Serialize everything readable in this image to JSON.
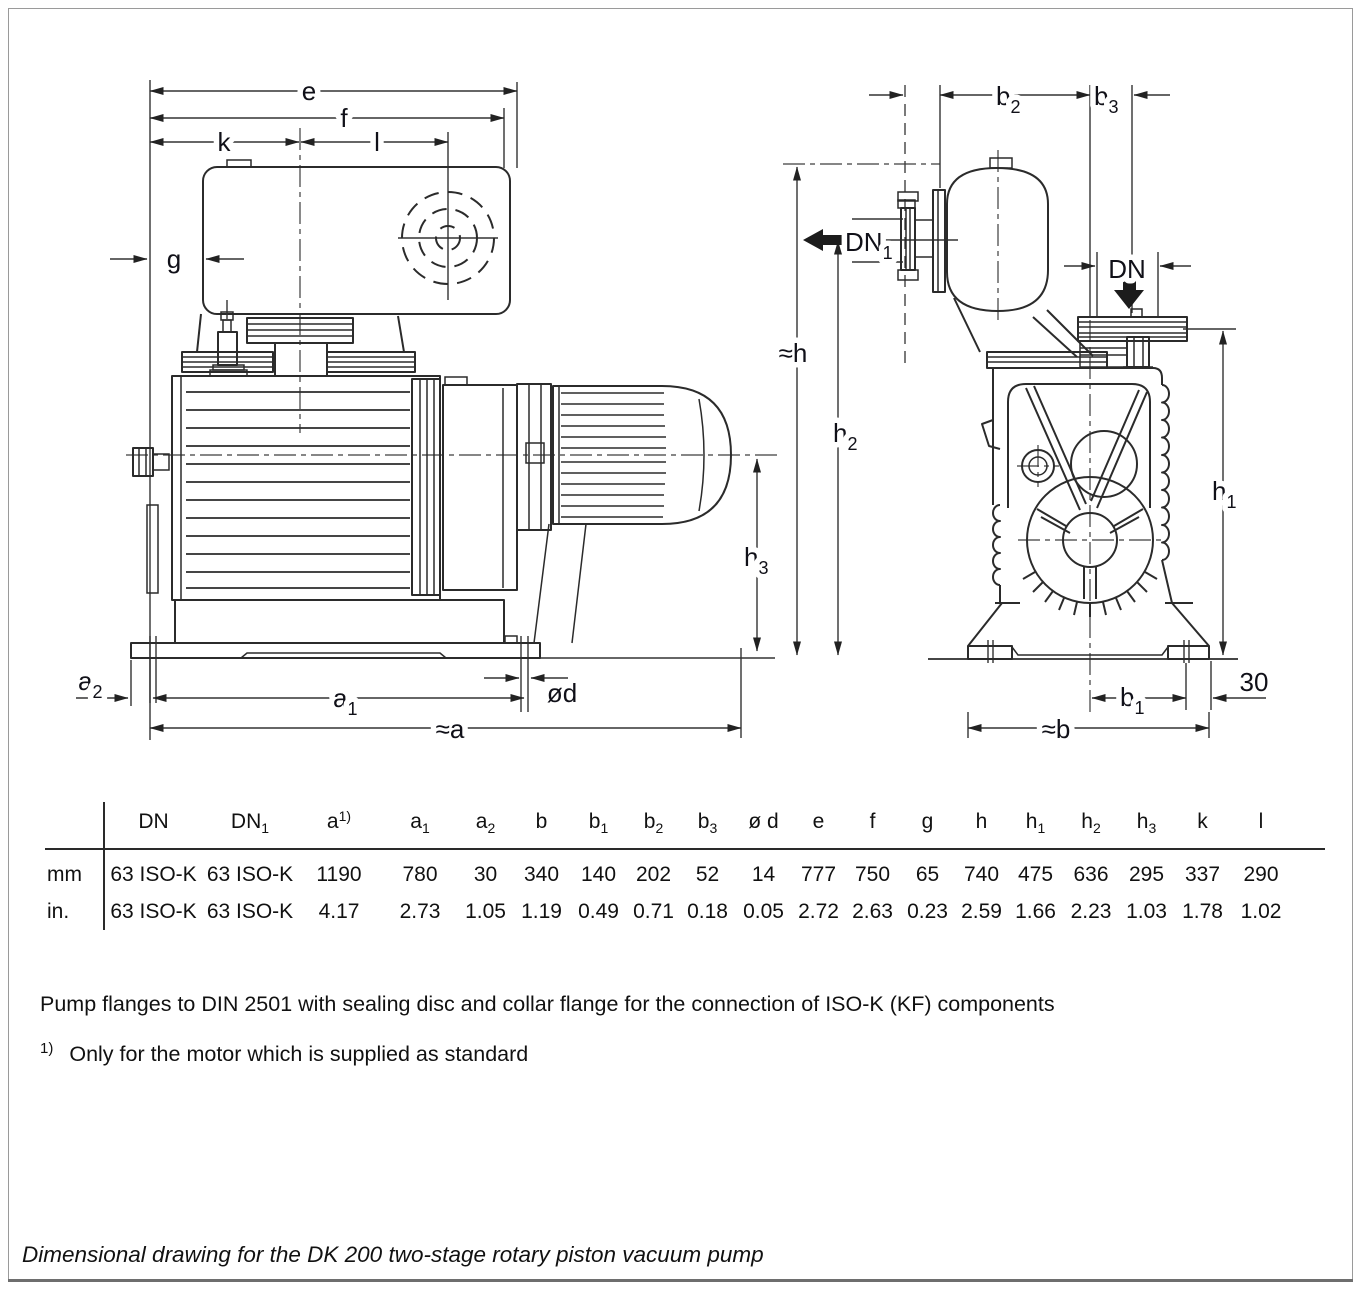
{
  "dims": {
    "e": {
      "base": "e"
    },
    "f": {
      "base": "f"
    },
    "k": {
      "base": "k"
    },
    "l": {
      "base": "l"
    },
    "g": {
      "base": "g"
    },
    "a1": {
      "base": "a",
      "sub": "1"
    },
    "a2": {
      "base": "a",
      "sub": "2"
    },
    "approx_a": {
      "base": "≈a"
    },
    "od": {
      "base": "ød"
    },
    "h3": {
      "base": "h",
      "sub": "3"
    },
    "b2": {
      "base": "b",
      "sub": "2"
    },
    "b3": {
      "base": "b",
      "sub": "3"
    },
    "dn1": {
      "base": "DN",
      "sub": "1"
    },
    "dn": {
      "base": "DN"
    },
    "approx_h": {
      "base": "≈h"
    },
    "h2": {
      "base": "h",
      "sub": "2"
    },
    "h1": {
      "base": "h",
      "sub": "1"
    },
    "b1": {
      "base": "b",
      "sub": "1"
    },
    "offset30": {
      "base": "30"
    },
    "approx_b": {
      "base": "≈b"
    }
  },
  "table": {
    "columns": [
      {
        "base": "DN"
      },
      {
        "base": "DN",
        "sub": "1"
      },
      {
        "base": "a",
        "sup": "1)"
      },
      {
        "base": "a",
        "sub": "1"
      },
      {
        "base": "a",
        "sub": "2"
      },
      {
        "base": "b"
      },
      {
        "base": "b",
        "sub": "1"
      },
      {
        "base": "b",
        "sub": "2"
      },
      {
        "base": "b",
        "sub": "3"
      },
      {
        "base": "ø d"
      },
      {
        "base": "e"
      },
      {
        "base": "f"
      },
      {
        "base": "g"
      },
      {
        "base": "h"
      },
      {
        "base": "h",
        "sub": "1"
      },
      {
        "base": "h",
        "sub": "2"
      },
      {
        "base": "h",
        "sub": "3"
      },
      {
        "base": "k"
      },
      {
        "base": "l"
      }
    ],
    "rows": [
      {
        "label": "mm",
        "values": [
          "63 ISO-K",
          "63 ISO-K",
          "1190",
          "780",
          "30",
          "340",
          "140",
          "202",
          "52",
          "14",
          "777",
          "750",
          "65",
          "740",
          "475",
          "636",
          "295",
          "337",
          "290"
        ]
      },
      {
        "label": "in.",
        "values": [
          "63 ISO-K",
          "63 ISO-K",
          "4.17",
          "2.73",
          "1.05",
          "1.19",
          "0.49",
          "0.71",
          "0.18",
          "0.05",
          "2.72",
          "2.63",
          "0.23",
          "2.59",
          "1.66",
          "2.23",
          "1.03",
          "1.78",
          "1.02"
        ]
      }
    ]
  },
  "notes": {
    "flange": "Pump flanges to DIN 2501 with sealing disc and collar flange for the connection of ISO-K (KF) components",
    "footnote_marker": "1)",
    "footnote": "Only for the motor which is supplied as standard"
  },
  "caption": "Dimensional drawing for the DK 200 two-stage rotary piston vacuum pump"
}
